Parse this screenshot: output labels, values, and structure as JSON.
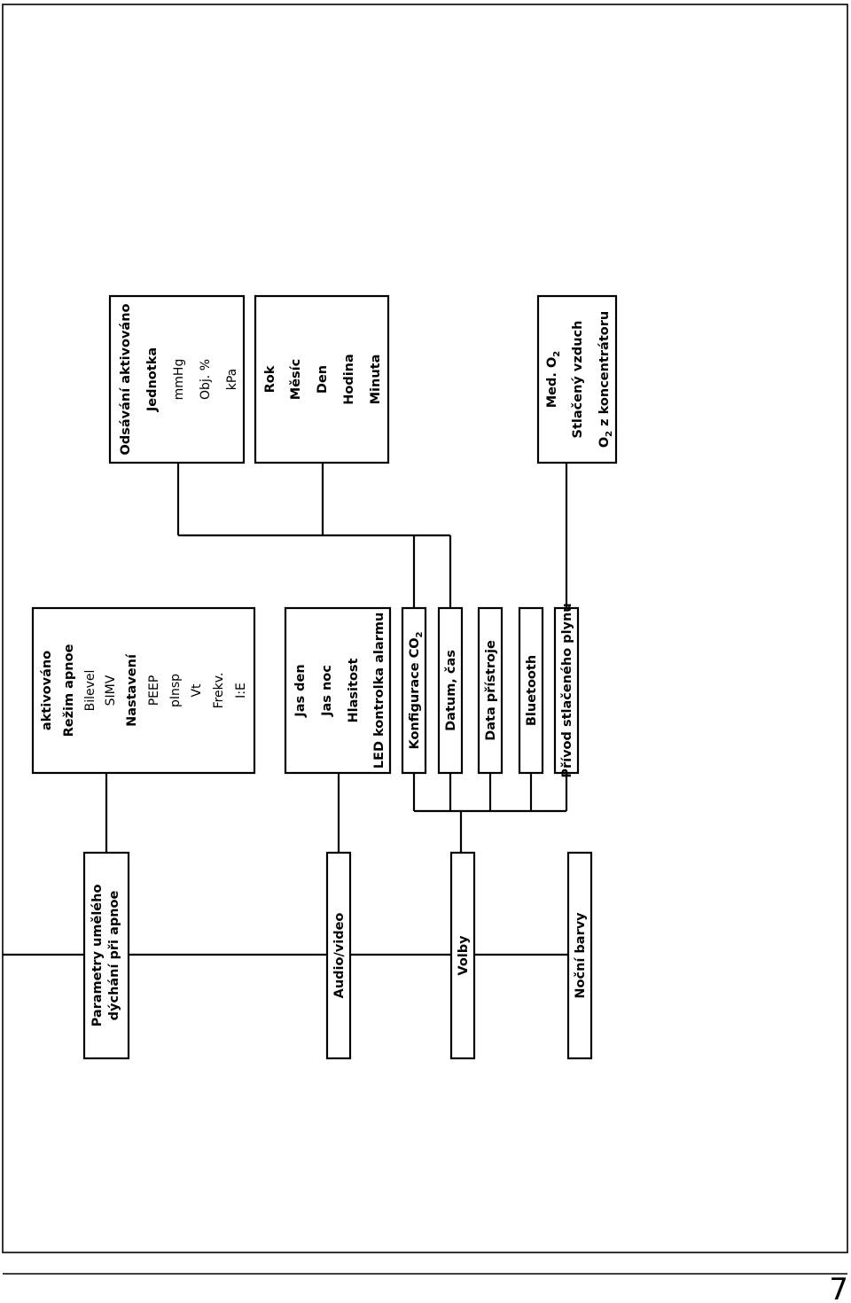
{
  "menu_items": {
    "apnea": [
      "Parametry umělého",
      "dýchání při apnoe"
    ],
    "audio_video": "Audio/video",
    "options": "Volby",
    "night_colors": "Noční barvy"
  },
  "apnea_box": {
    "items": [
      "aktivováno",
      "Režim apnoe",
      "Bilevel",
      "SIMV",
      "Nastavení",
      "PEEP",
      "pInsp",
      "Vt",
      "Frekv.",
      "I:E"
    ]
  },
  "audio_box": {
    "items": [
      "Jas den",
      "Jas noc",
      "Hlasitost",
      "LED kontrolka alarmu"
    ]
  },
  "option_items": {
    "co2_config": "Konfigurace CO",
    "co2_sub": "2",
    "date_time": "Datum, čas",
    "device_data": "Data přístroje",
    "bluetooth": "Bluetooth",
    "gas_supply": "Přívod stlačeného plynu"
  },
  "suction_box": {
    "items": [
      "Odsávání aktivováno",
      "Jednotka",
      "mmHg",
      "Obj. %",
      "kPa"
    ]
  },
  "date_box": {
    "items": [
      "Rok",
      "Měsíc",
      "Den",
      "Hodina",
      "Minuta"
    ]
  },
  "gas_box": {
    "med_o2": "Med. O",
    "med_o2_sub": "2",
    "air": "Stlačený vzduch",
    "conc_o2": "O",
    "conc_o2_sub": "2",
    "conc_rest": " z koncentrátoru"
  },
  "page_number": "7"
}
